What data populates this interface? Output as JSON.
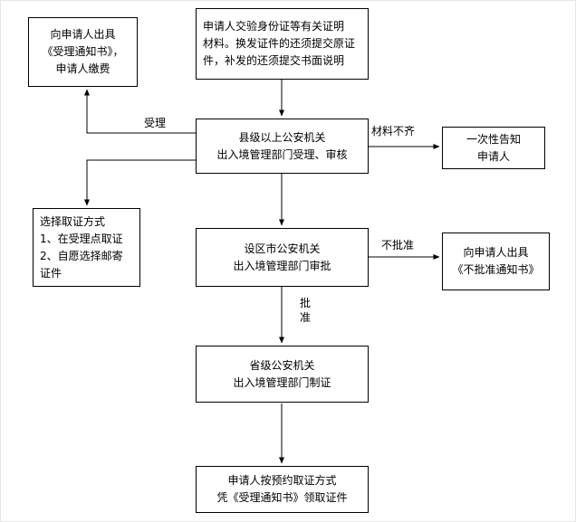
{
  "diagram": {
    "type": "flowchart",
    "nodes": {
      "notice_fee": {
        "text": "向申请人出具\n《受理通知书》，\n申请人缴费"
      },
      "submit_materials": {
        "text": "申请人交验身份证等有关证明\n材料。换发证件的还须提交原证\n件，补发的还须提交书面说明"
      },
      "county_accept": {
        "text": "县级以上公安机关\n出入境管理部门受理、审核"
      },
      "one_time_notify": {
        "text": "一次性告知\n申请人"
      },
      "pickup_method": {
        "text": "选择取证方式\n1、在受理点取证\n2、自愿选择邮寄\n证件"
      },
      "city_approve": {
        "text": "设区市公安机关\n出入境管理部门审批"
      },
      "disapprove_notice": {
        "text": "向申请人出具\n《不批准通知书》"
      },
      "province_make": {
        "text": "省级公安机关\n出入境管理部门制证"
      },
      "collect_cert": {
        "text": "申请人按预约取证方式\n凭《受理通知书》领取证件"
      }
    },
    "edge_labels": {
      "accepted": "受理",
      "incomplete": "材料不齐",
      "disapproved": "不批准",
      "approved": "批\n准"
    },
    "colors": {
      "line": "#000000",
      "box_border": "#000000",
      "box_fill": "#ffffff",
      "text": "#000000"
    }
  }
}
